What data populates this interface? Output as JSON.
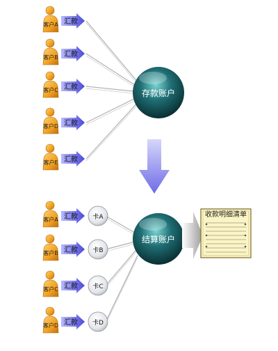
{
  "top": {
    "customers": [
      "客户A",
      "客户B",
      "客户C",
      "客户D",
      "客户E"
    ],
    "remit_label": "汇款",
    "hub_label": "存款账户"
  },
  "bottom": {
    "customers": [
      "客户A",
      "客户B",
      "客户C",
      "客户D"
    ],
    "remit_label": "汇款",
    "cards": [
      "卡A",
      "卡B",
      "卡C",
      "卡D"
    ],
    "hub_label": "结算账户",
    "statement_title": "收款明细清单"
  },
  "colors": {
    "person": "#f0a020",
    "arrow": "#5c5ce0",
    "hub": "#1f6f74",
    "flow_arrow": "#7a78e8",
    "line": "#b8b8b8",
    "paper": "#fbf4c4"
  }
}
